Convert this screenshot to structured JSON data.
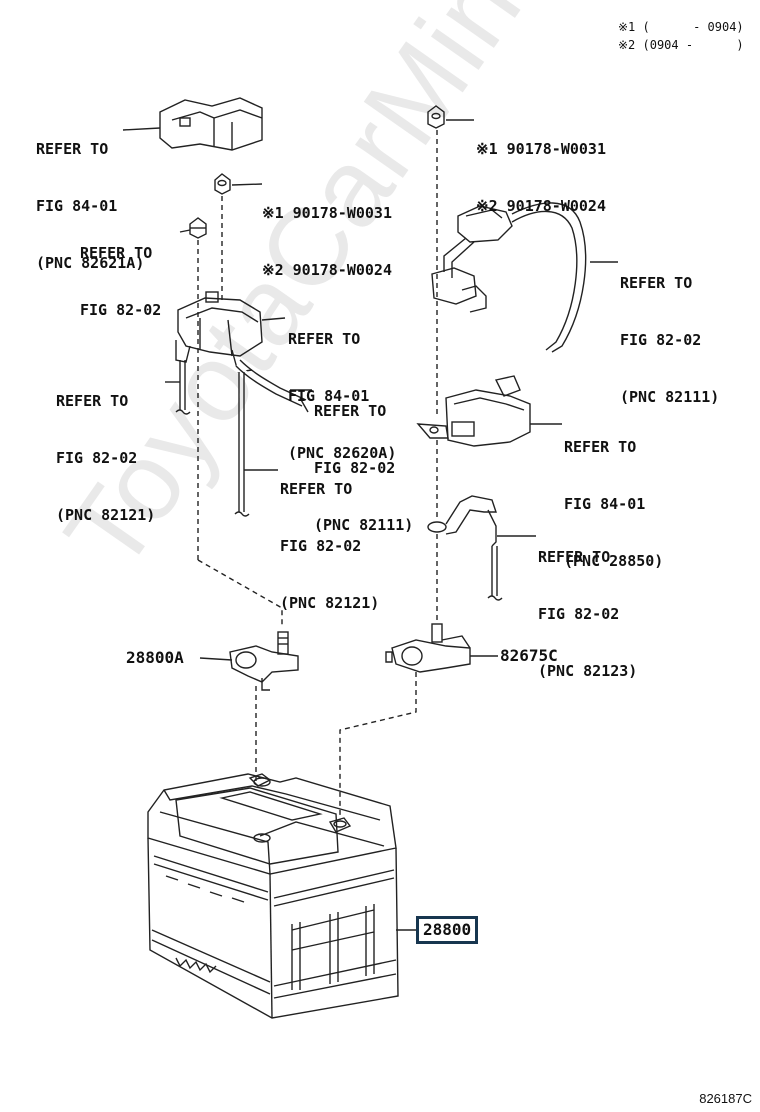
{
  "watermark": "ToyotaCarMine.ru",
  "notes": {
    "note1": "※1 (      - 0904)",
    "note2": "※2 (0904 -      )"
  },
  "callouts": {
    "refer_84_01_82621a": [
      "REFER TO",
      "FIG 84-01",
      "(PNC 82621A)"
    ],
    "refer_82_02_top": [
      "REFER TO",
      "FIG 82-02"
    ],
    "refer_84_01_82620a": [
      "REFER TO",
      "FIG 84-01",
      "(PNC 82620A)"
    ],
    "refer_82_02_82121_left": [
      "REFER TO",
      "FIG 82-02",
      "(PNC 82121)"
    ],
    "refer_82_02_82111_mid": [
      "REFER TO",
      "FIG 82-02",
      "(PNC 82111)"
    ],
    "refer_82_02_82121_mid": [
      "REFER TO",
      "FIG 82-02",
      "(PNC 82121)"
    ],
    "refer_82_02_82111_right": [
      "REFER TO",
      "FIG 82-02",
      "(PNC 82111)"
    ],
    "refer_84_01_28850": [
      "REFER TO",
      "FIG 84-01",
      "(PNC 28850)"
    ],
    "refer_82_02_82123": [
      "REFER TO",
      "FIG 82-02",
      "(PNC 82123)"
    ]
  },
  "nut_parts_left": [
    "※1 90178-W0031",
    "※2 90178-W0024"
  ],
  "nut_parts_right": [
    "※1 90178-W0031",
    "※2 90178-W0024"
  ],
  "parts": {
    "terminal_neg": "28800A",
    "terminal_pos": "82675C",
    "battery": "28800"
  },
  "figure_id": "826187C",
  "colors": {
    "line": "#222222",
    "highlight_box": "#17364f",
    "watermark": "#e9e9e9"
  }
}
